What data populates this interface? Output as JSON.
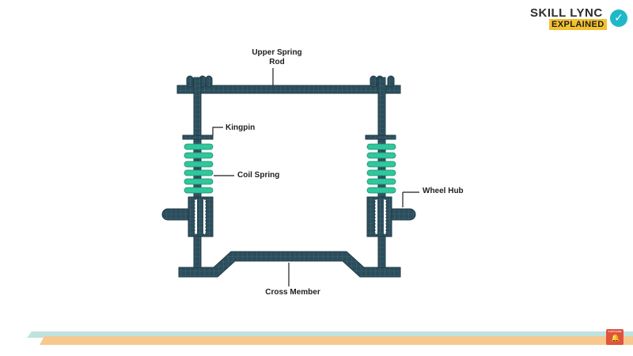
{
  "labels": {
    "upper_spring_rod_line1": "Upper Spring",
    "upper_spring_rod_line2": "Rod",
    "kingpin": "Kingpin",
    "coil_spring": "Coil Spring",
    "wheel_hub": "Wheel Hub",
    "cross_member": "Cross Member"
  },
  "branding": {
    "logo_top": "SKILL LYNC",
    "logo_bottom": "EXPLAINED",
    "subscribe": "SUBSCRIBE"
  },
  "colors": {
    "structure": "#2c4e5c",
    "spring": "#2fc79c",
    "stripe_teal": "#bfe3df",
    "stripe_orange": "#f7c98f",
    "logo_yellow": "#f2c230",
    "check_teal": "#1fb8c9",
    "subscribe_red": "#e0533c"
  },
  "icons": [
    "check-badge-icon",
    "bell-icon"
  ]
}
